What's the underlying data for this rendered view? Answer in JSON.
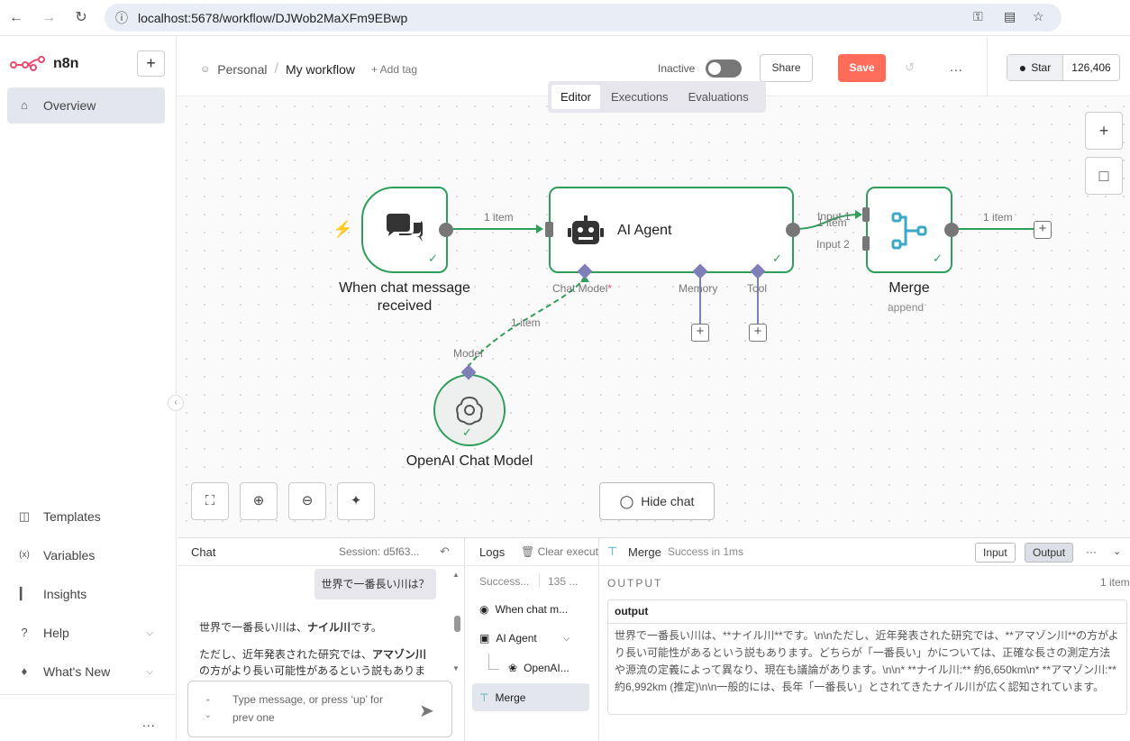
{
  "browser": {
    "url": "localhost:5678/workflow/DJWob2MaXFm9EBwp"
  },
  "sidebar": {
    "logo": "n8n",
    "overview": "Overview",
    "items": [
      {
        "label": "Templates",
        "icon": "templates-icon"
      },
      {
        "label": "Variables",
        "icon": "variables-icon"
      },
      {
        "label": "Insights",
        "icon": "insights-icon"
      },
      {
        "label": "Help",
        "icon": "help-icon"
      },
      {
        "label": "What's New",
        "icon": "bell-icon"
      }
    ],
    "more": "..."
  },
  "header": {
    "personal": "Personal",
    "separator": "/",
    "workflow_name": "My workflow",
    "add_tag": "+ Add tag",
    "status": "Inactive",
    "share": "Share",
    "save": "Save",
    "more": "...",
    "github_star": "Star",
    "github_count": "126,406"
  },
  "tabs": [
    "Editor",
    "Executions",
    "Evaluations"
  ],
  "canvas": {
    "trigger_label": "When chat message received",
    "agent_label": "AI Agent",
    "merge_label": "Merge",
    "merge_sub": "append",
    "openai_label": "OpenAI Chat Model",
    "edge1": "1 item",
    "edge2": "1 item",
    "edge3": "1 item",
    "edge4": "1 item",
    "input1": "Input 1",
    "input2": "Input 2",
    "chat_model": "Chat Model",
    "required_mark": "*",
    "memory": "Memory",
    "tool": "Tool",
    "model": "Model",
    "hide_chat": "Hide chat"
  },
  "chat": {
    "title": "Chat",
    "session": "Session: d5f63...",
    "user_message": "世界で一番長い川は？",
    "bot_p1_pre": "世界で一番長い川は、",
    "bot_p1_bold": "ナイル川",
    "bot_p1_post": "です。",
    "bot_p2_pre": "ただし、近年発表された研究では、",
    "bot_p2_bold": "アマゾン川",
    "bot_p2_post": "の方がより長い可能性があるという説もありま",
    "input_placeholder": "Type message, or press ‘up’ for prev one"
  },
  "logs": {
    "title": "Logs",
    "clear": "Clear execut",
    "summary_status": "Success...",
    "summary_time": "135 ...",
    "items": [
      "When chat m...",
      "AI Agent",
      "OpenAI...",
      "Merge"
    ]
  },
  "output": {
    "node": "Merge",
    "status": "Success in 1ms",
    "input_btn": "Input",
    "output_btn": "Output",
    "section": "OUTPUT",
    "count": "1 item",
    "field": "output",
    "value": "世界で一番長い川は、**ナイル川**です。\\n\\nただし、近年発表された研究では、**アマゾン川**の方がより長い可能性があるという説もあります。どちらが「一番長い」かについては、正確な長さの測定方法や源流の定義によって異なり、現在も議論があります。\\n\\n* **ナイル川:** 約6,650km\\n* **アマゾン川:** 約6,992km (推定)\\n\\n一般的には、長年「一番長い」とされてきたナイル川が広く認知されています。"
  },
  "colors": {
    "accent": "#ff6d5a",
    "success": "#2f9e5a",
    "subnode": "#7f7fb8"
  }
}
